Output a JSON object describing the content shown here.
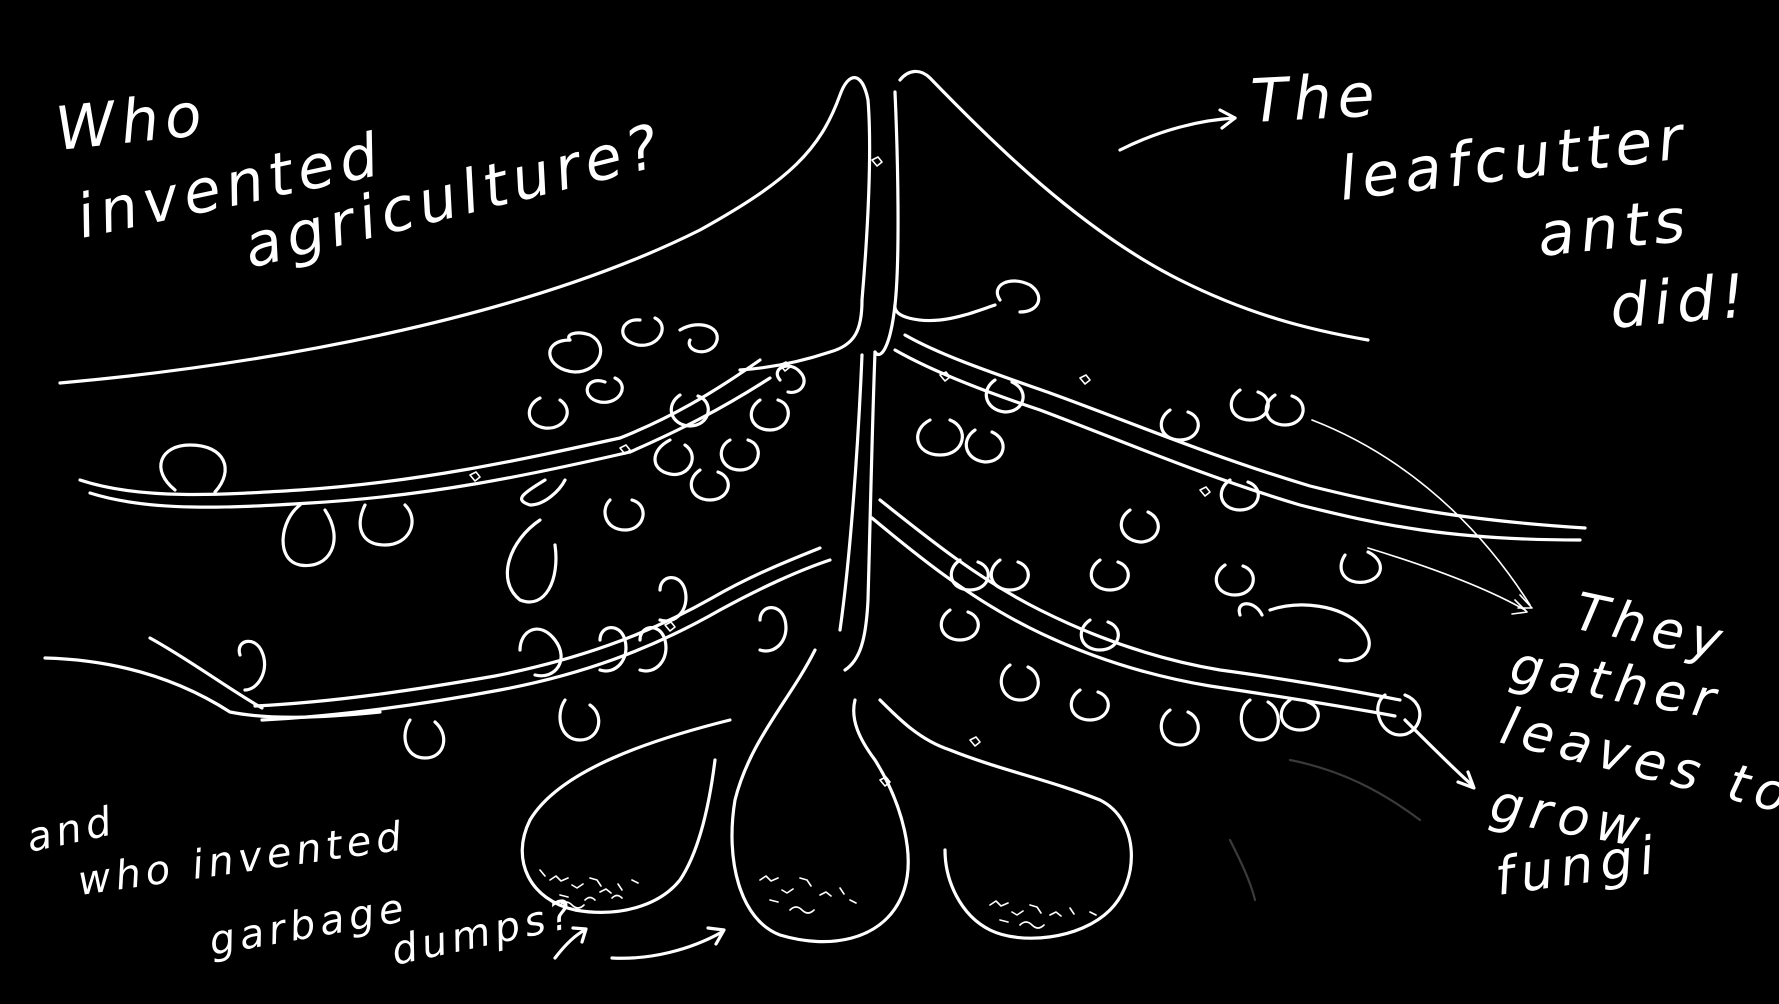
{
  "question_agriculture": {
    "line1": "Who",
    "line2": "invented",
    "line3": "agriculture?"
  },
  "answer": {
    "line1": "The",
    "line2": "leafcutter",
    "line3": "ants",
    "line4": "did!"
  },
  "gather_note": {
    "line1": "They",
    "line2": "gather",
    "line3": "leaves to",
    "line4": "grow",
    "line5": "fungi"
  },
  "question_garbage": {
    "line1": "and",
    "line2": "who invented",
    "line3": "garbage",
    "line4": "dumps?"
  },
  "colors": {
    "background": "#000000",
    "ink": "#ffffff"
  }
}
